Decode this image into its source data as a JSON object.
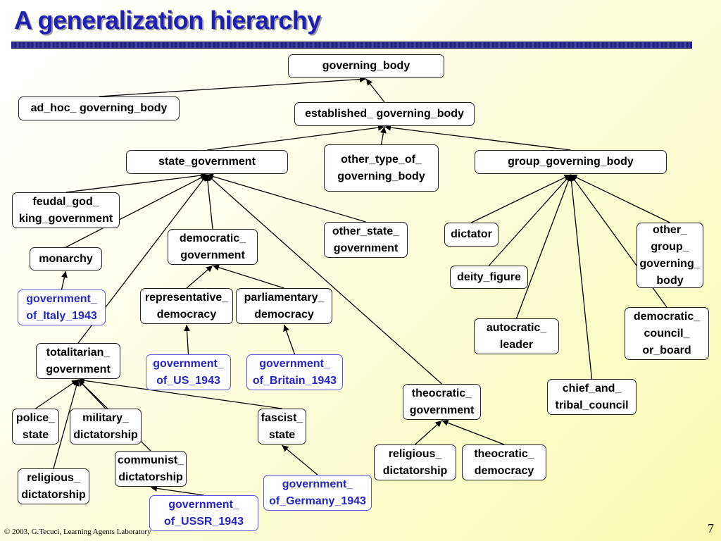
{
  "slide": {
    "title": "A generalization hierarchy",
    "footer": "© 2003, G.Tecuci, Learning Agents Laboratory",
    "page_number": "7"
  },
  "nodes": {
    "governing_body": "governing_body",
    "ad_hoc_governing_body": "ad_hoc_ governing_body",
    "established_governing_body": "established_ governing_body",
    "state_government": "state_government",
    "other_type_of_governing_body": "other_type_of_\ngoverning_body",
    "group_governing_body": "group_governing_body",
    "feudal_god_king_government": "feudal_god_\nking_government",
    "monarchy": "monarchy",
    "government_of_italy_1943": "government_\nof_Italy_1943",
    "democratic_government": "democratic_\ngovernment",
    "other_state_government": "other_state_\ngovernment",
    "dictator": "dictator",
    "other_group_governing_body": "other_\ngroup_\ngoverning_\nbody",
    "deity_figure": "deity_figure",
    "representative_democracy": "representative_\ndemocracy",
    "parliamentary_democracy": "parliamentary_\ndemocracy",
    "autocratic_leader": "autocratic_\nleader",
    "democratic_council_or_board": "democratic_\ncouncil_\nor_board",
    "totalitarian_government": "totalitarian_\ngovernment",
    "government_of_us_1943": "government_\nof_US_1943",
    "government_of_britain_1943": "government_\nof_Britain_1943",
    "theocratic_government": "theocratic_\ngovernment",
    "chief_and_tribal_council": "chief_and_\ntribal_council",
    "police_state": "police_\nstate",
    "military_dictatorship": "military_\ndictatorship",
    "fascist_state": "fascist_\nstate",
    "religious_dictatorship_theo": "religious_\ndictatorship",
    "theocratic_democracy": "theocratic_\ndemocracy",
    "communist_dictatorship": "communist_\ndictatorship",
    "religious_dictatorship_tot": "religious_\ndictatorship",
    "government_of_germany_1943": "government_\nof_Germany_1943",
    "government_of_ussr_1943": "government_\nof_USSR_1943"
  },
  "edges": [
    [
      "ad_hoc_governing_body",
      "governing_body"
    ],
    [
      "established_governing_body",
      "governing_body"
    ],
    [
      "state_government",
      "established_governing_body"
    ],
    [
      "other_type_of_governing_body",
      "established_governing_body"
    ],
    [
      "group_governing_body",
      "established_governing_body"
    ],
    [
      "feudal_god_king_government",
      "state_government"
    ],
    [
      "monarchy",
      "state_government"
    ],
    [
      "democratic_government",
      "state_government"
    ],
    [
      "other_state_government",
      "state_government"
    ],
    [
      "totalitarian_government",
      "state_government"
    ],
    [
      "theocratic_government",
      "state_government"
    ],
    [
      "government_of_italy_1943",
      "monarchy"
    ],
    [
      "representative_democracy",
      "democratic_government"
    ],
    [
      "parliamentary_democracy",
      "democratic_government"
    ],
    [
      "government_of_us_1943",
      "representative_democracy"
    ],
    [
      "government_of_britain_1943",
      "parliamentary_democracy"
    ],
    [
      "dictator",
      "group_governing_body"
    ],
    [
      "deity_figure",
      "group_governing_body"
    ],
    [
      "autocratic_leader",
      "group_governing_body"
    ],
    [
      "chief_and_tribal_council",
      "group_governing_body"
    ],
    [
      "democratic_council_or_board",
      "group_governing_body"
    ],
    [
      "other_group_governing_body",
      "group_governing_body"
    ],
    [
      "police_state",
      "totalitarian_government"
    ],
    [
      "religious_dictatorship_tot",
      "totalitarian_government"
    ],
    [
      "military_dictatorship",
      "totalitarian_government"
    ],
    [
      "communist_dictatorship",
      "totalitarian_government"
    ],
    [
      "fascist_state",
      "totalitarian_government"
    ],
    [
      "religious_dictatorship_theo",
      "theocratic_government"
    ],
    [
      "theocratic_democracy",
      "theocratic_government"
    ],
    [
      "government_of_germany_1943",
      "fascist_state"
    ],
    [
      "government_of_ussr_1943",
      "communist_dictatorship"
    ]
  ]
}
